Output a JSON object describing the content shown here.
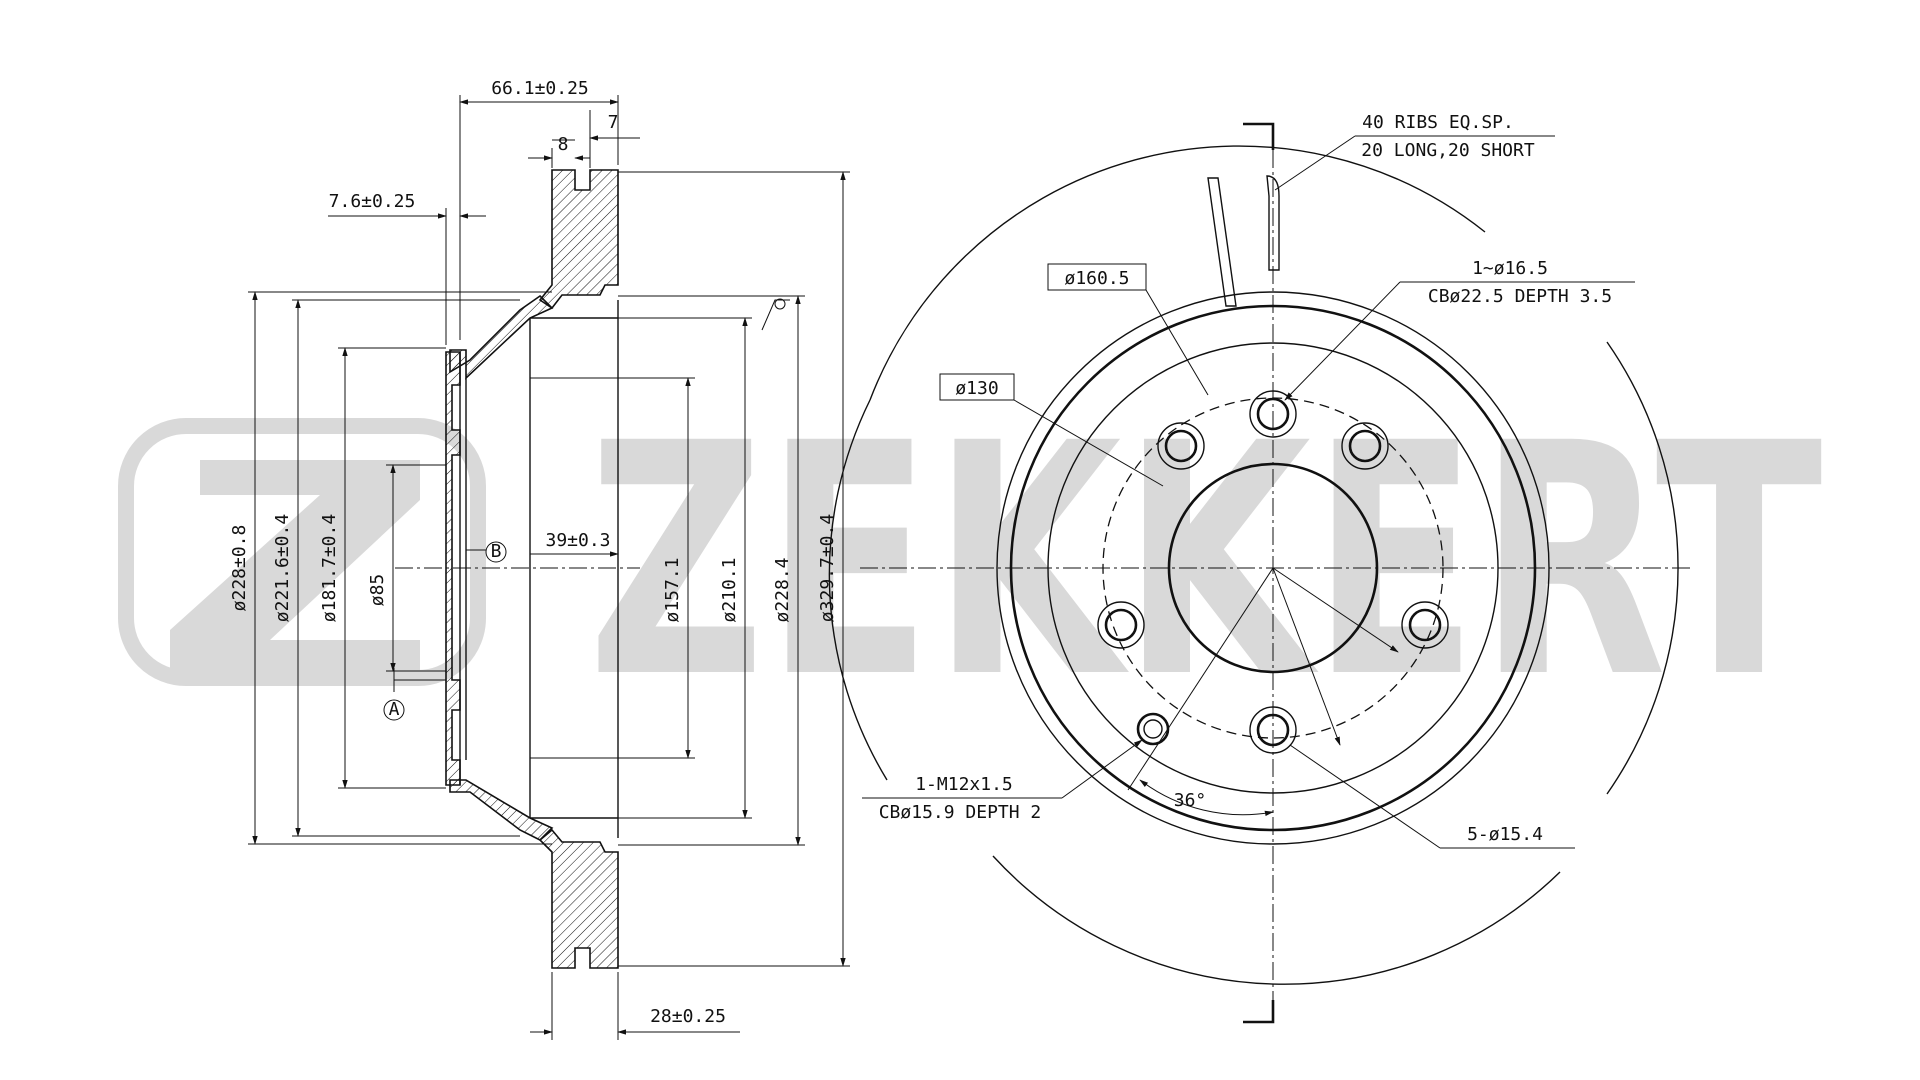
{
  "watermark": {
    "text": "ZEKKERT"
  },
  "side_view": {
    "dims": {
      "hub_depth": "66.1±0.25",
      "rib_gap": "7",
      "friction_face": "8",
      "flange_thickness": "7.6±0.25",
      "hat_depth": "39±0.3",
      "disc_thickness": "28±0.25"
    },
    "diameters": {
      "d228": "ø228±0.8",
      "d221_6": "ø221.6±0.4",
      "d181_7": "ø181.7±0.4",
      "d85": "ø85",
      "d157_1": "ø157.1",
      "d210_1": "ø210.1",
      "d228_4": "ø228.4",
      "d329_7": "ø329.7±0.4"
    },
    "datums": {
      "a": "A",
      "b": "B"
    }
  },
  "front_view": {
    "ribs_line1": "40 RIBS EQ.SP.",
    "ribs_line2": "20 LONG,20 SHORT",
    "pcd_outer": "ø160.5",
    "pcd_inner": "ø130",
    "hole1_line1": "1~ø16.5",
    "hole1_line2": "CBø22.5 DEPTH 3.5",
    "thread_line1": "1-M12x1.5",
    "thread_line2": "CBø15.9 DEPTH 2",
    "angle": "36°",
    "bolt_holes": "5-ø15.4"
  }
}
